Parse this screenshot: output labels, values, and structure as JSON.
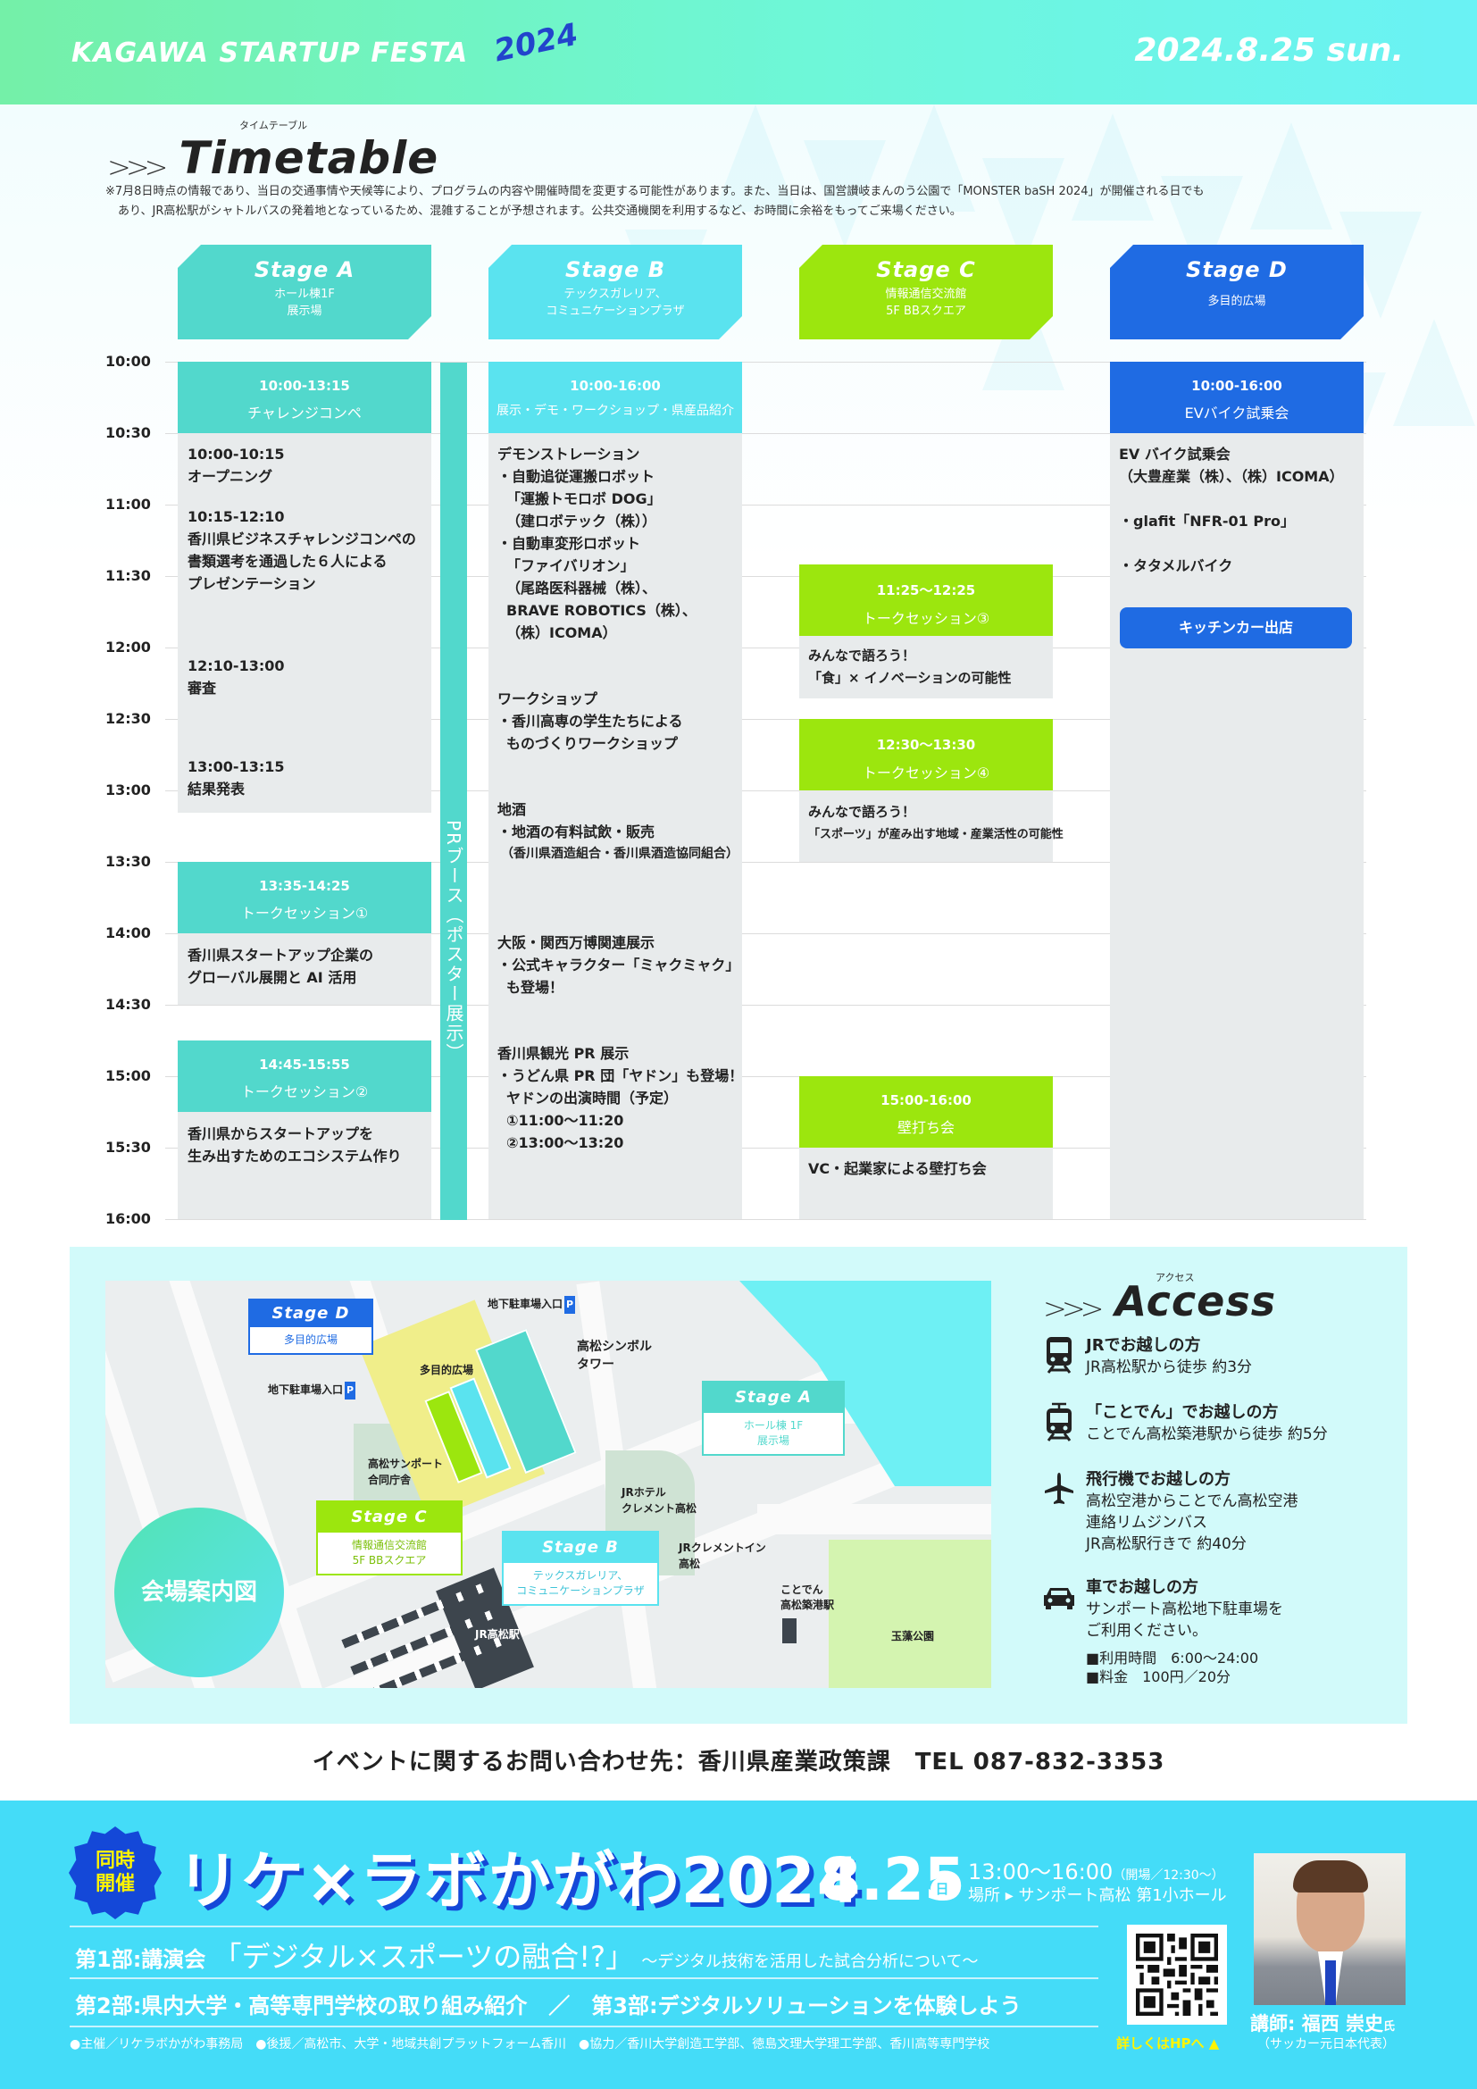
{
  "header": {
    "event_name": "KAGAWA STARTUP FESTA",
    "event_year": "2024",
    "date": "2024.8.25 sun."
  },
  "timetable": {
    "ruby": "タイムテーブル",
    "title": "Timetable",
    "note_line1": "※7月8日時点の情報であり、当日の交通事情や天候等により、プログラムの内容や開催時間を変更する可能性があります。また、当日は、国営讃岐まんのう公園で「MONSTER baSH 2024」が開催される日でも",
    "note_line2": "あり、JR高松駅がシャトルバスの発着地となっているため、混雑することが予想されます。公共交通機関を利用するなど、お時間に余裕をもってご来場ください。",
    "time_labels": [
      "10:00",
      "10:30",
      "11:00",
      "11:30",
      "12:00",
      "12:30",
      "13:00",
      "13:30",
      "14:00",
      "14:30",
      "15:00",
      "15:30",
      "16:00"
    ],
    "stages": [
      {
        "name": "Stage A",
        "sub1": "ホール棟1F",
        "sub2": "展示場",
        "color": "#52d8cc"
      },
      {
        "name": "Stage B",
        "sub1": "テックスガレリア、",
        "sub2": "コミュニケーションプラザ",
        "color": "#5ae3ef"
      },
      {
        "name": "Stage C",
        "sub1": "情報通信交流館",
        "sub2": "5F BBスクエア",
        "color": "#9ce60e"
      },
      {
        "name": "Stage D",
        "sub1": "",
        "sub2": "多目的広場",
        "color": "#1f6be3"
      }
    ],
    "pr_booth": "PRブース（ポスター展示）",
    "stage_a": {
      "main_time": "10:00-13:15",
      "main_label": "チャレンジコンペ",
      "items": [
        {
          "time": "10:00-10:15",
          "label": "オープニング"
        },
        {
          "time": "10:15-12:10",
          "label1": "香川県ビジネスチャレンジコンペの",
          "label2": "書類選考を通過した６人による",
          "label3": "プレゼンテーション"
        },
        {
          "time": "12:10-13:00",
          "label": "審査"
        },
        {
          "time": "13:00-13:15",
          "label": "結果発表"
        }
      ],
      "talk1": {
        "time": "13:35-14:25",
        "label": "トークセッション①",
        "desc1": "香川県スタートアップ企業の",
        "desc2": "グローバル展開と AI 活用"
      },
      "talk2": {
        "time": "14:45-15:55",
        "label": "トークセッション②",
        "desc1": "香川県からスタートアップを",
        "desc2": "生み出すためのエコシステム作り"
      }
    },
    "stage_b": {
      "main_time": "10:00-16:00",
      "main_label": "展示・デモ・ワークショップ・県産品紹介",
      "demo": [
        "デモンストレーション",
        "・自動追従運搬ロボット",
        "「運搬トモロボ DOG」",
        "（建ロボテック（株））",
        "・自動車変形ロボット",
        "「ファイバリオン」",
        "（尾路医科器械（株）、",
        "BRAVE ROBOTICS（株）、",
        "（株）ICOMA）"
      ],
      "workshop": [
        "ワークショップ",
        "・香川高専の学生たちによる",
        "ものづくりワークショップ"
      ],
      "sake": [
        "地酒",
        "・地酒の有料試飲・販売",
        "（香川県酒造組合・香川県酒造協同組合）"
      ],
      "expo": [
        "大阪・関西万博関連展示",
        "・公式キャラクター「ミャクミャク」",
        "も登場！"
      ],
      "tourism": [
        "香川県観光 PR 展示",
        "・うどん県 PR 団「ヤドン」も登場！",
        "ヤドンの出演時間（予定）",
        "①11:00〜11:20",
        "②13:00〜13:20"
      ]
    },
    "stage_c": {
      "talk3": {
        "time": "11:25〜12:25",
        "label": "トークセッション③",
        "desc1": "みんなで語ろう！",
        "desc2": "「食」× イノベーションの可能性"
      },
      "talk4": {
        "time": "12:30〜13:30",
        "label": "トークセッション④",
        "desc1": "みんなで語ろう！",
        "desc2": "「スポーツ」が産み出す地域・産業活性の可能性"
      },
      "pitch": {
        "time": "15:00-16:00",
        "label": "壁打ち会",
        "desc": "VC・起業家による壁打ち会"
      }
    },
    "stage_d": {
      "main_time": "10:00-16:00",
      "main_label": "EVバイク試乗会",
      "desc1": "EV バイク試乗会",
      "desc2": "（大豊産業（株）、（株）ICOMA）",
      "item1": "・glafit「NFR-01 Pro」",
      "item2": "・タタメルバイク",
      "kitchen": "キッチンカー出店"
    }
  },
  "map": {
    "title": "会場案内図",
    "parking_top": "地下駐車場入口",
    "parking_left": "地下駐車場入口",
    "parking_icon": "P",
    "plaza": "多目的広場",
    "tower1": "高松シンボル",
    "tower2": "タワー",
    "sunport1": "高松サンポート",
    "sunport2": "合同庁舎",
    "hotel1": "JRホテル",
    "hotel2": "クレメント高松",
    "inn1": "JRクレメントイン",
    "inn2": "高松",
    "kotoden1": "ことでん",
    "kotoden2": "高松築港駅",
    "jr_station": "JR高松駅",
    "park": "玉藻公園",
    "callout_a": {
      "name": "Stage A",
      "sub1": "ホール棟 1F",
      "sub2": "展示場"
    },
    "callout_b": {
      "name": "Stage B",
      "sub1": "テックスガレリア、",
      "sub2": "コミュニケーションプラザ"
    },
    "callout_c": {
      "name": "Stage C",
      "sub1": "情報通信交流館",
      "sub2": "5F BBスクエア"
    },
    "callout_d": {
      "name": "Stage D",
      "sub1": "多目的広場"
    }
  },
  "access": {
    "ruby": "アクセス",
    "title": "Access",
    "items": [
      {
        "icon": "train-icon",
        "title": "JRでお越しの方",
        "lines": [
          "JR高松駅から徒歩 約3分"
        ]
      },
      {
        "icon": "tram-icon",
        "title": "「ことでん」でお越しの方",
        "lines": [
          "ことでん高松築港駅から徒歩 約5分"
        ]
      },
      {
        "icon": "airplane-icon",
        "title": "飛行機でお越しの方",
        "lines": [
          "高松空港からことでん高松空港",
          "連絡リムジンバス",
          "JR高松駅行きで 約40分"
        ]
      },
      {
        "icon": "car-icon",
        "title": "車でお越しの方",
        "lines": [
          "サンポート高松地下駐車場を",
          "ご利用ください。"
        ],
        "extra": [
          "■利用時間　6:00〜24:00",
          "■料金　100円／20分"
        ]
      }
    ]
  },
  "contact": "イベントに関するお問い合わせ先：香川県産業政策課　TEL 087-832-3353",
  "event": {
    "badge1": "同時",
    "badge2": "開催",
    "title": "リケ×ラボかがわ2024",
    "date": "8.25",
    "day": "日",
    "time": "13:00〜16:00",
    "doors": "（開場／12:30〜）",
    "place": "場所 ▸ サンポート高松 第1小ホール",
    "part1_label": "第1部:講演会",
    "part1_title": "「デジタル×スポーツの融合!?」",
    "part1_sub": "〜デジタル技術を活用した試合分析について〜",
    "part2": "第2部:県内大学・高等専門学校の取り組み紹介　／　第3部:デジタルソリューションを体験しよう",
    "credits": "●主催／リケラボかがわ事務局　●後援／高松市、大学・地域共創プラットフォーム香川　●協力／香川大学創造工学部、徳島文理大学理工学部、香川高等専門学校",
    "qr_caption": "詳しくはHPへ ▲",
    "speaker": "講師: 福西 崇史",
    "speaker_suffix": "氏",
    "speaker_sub": "（サッカー元日本代表）"
  }
}
